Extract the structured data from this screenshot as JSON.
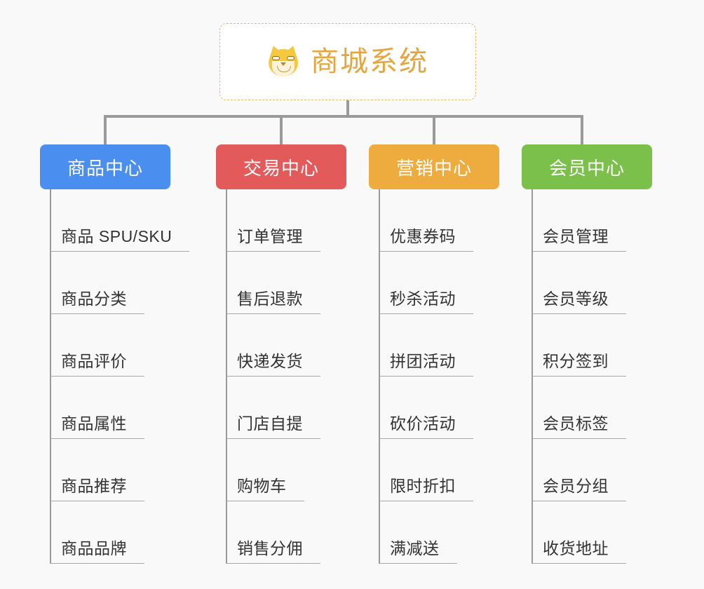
{
  "canvas": {
    "background": "#f9f9f9",
    "connector_color": "#9a9a9a",
    "leaf_line_color": "#a8a8a8"
  },
  "root": {
    "title": "商城系统",
    "icon": "shiba-dog-icon",
    "text_color": "#e5a63c",
    "border_color": "#e8b96a",
    "background": "#ffffff"
  },
  "columns": [
    {
      "header": "商品中心",
      "color": "#4a8ef0",
      "items": [
        "商品 SPU/SKU",
        "商品分类",
        "商品评价",
        "商品属性",
        "商品推荐",
        "商品品牌"
      ]
    },
    {
      "header": "交易中心",
      "color": "#e25a5a",
      "items": [
        "订单管理",
        "售后退款",
        "快递发货",
        "门店自提",
        "购物车",
        "销售分佣"
      ]
    },
    {
      "header": "营销中心",
      "color": "#eeab3e",
      "items": [
        "优惠券码",
        "秒杀活动",
        "拼团活动",
        "砍价活动",
        "限时折扣",
        "满减送"
      ]
    },
    {
      "header": "会员中心",
      "color": "#7ac04a",
      "items": [
        "会员管理",
        "会员等级",
        "积分签到",
        "会员标签",
        "会员分组",
        "收货地址"
      ]
    }
  ]
}
